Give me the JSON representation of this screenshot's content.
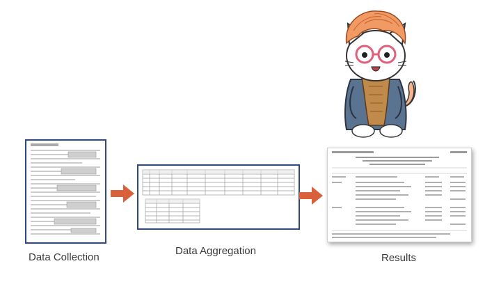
{
  "diagram": {
    "steps": [
      {
        "label": "Data Collection"
      },
      {
        "label": "Data Aggregation"
      },
      {
        "label": "Results"
      }
    ],
    "colors": {
      "arrow": "#d9603b",
      "frame": "#2f4a7e",
      "paper_line": "#8a8a8a",
      "cat_hair": "#f29a63",
      "cat_sweater": "#c08a4a",
      "cat_jacket": "#5a7390",
      "cat_glasses": "#e0607a"
    },
    "icons": [
      "cat-mascot-illustration",
      "form-document-icon",
      "spreadsheet-document-icon",
      "report-document-icon",
      "right-arrow-icon"
    ]
  }
}
